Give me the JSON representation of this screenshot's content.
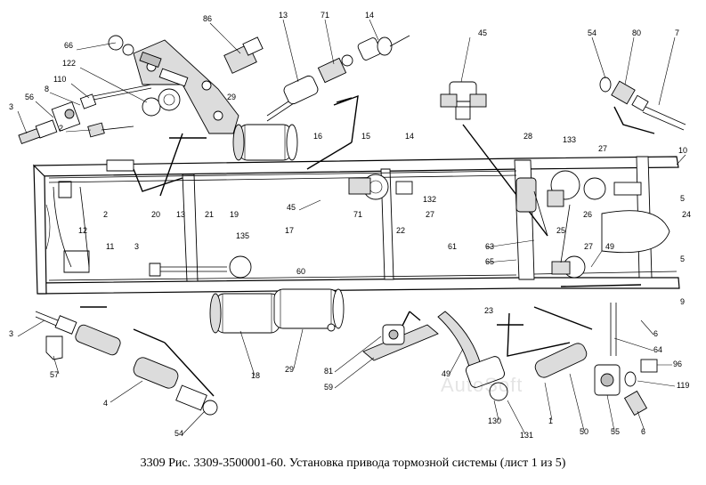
{
  "caption": "3309 Рис. 3309-3500001-60. Установка привода тормозной системы (лист 1 из 5)",
  "watermark": "AutoSoft",
  "callouts": [
    "1",
    "2",
    "3",
    "4",
    "5",
    "6",
    "7",
    "8",
    "9",
    "10",
    "11",
    "12",
    "13",
    "14",
    "15",
    "16",
    "17",
    "18",
    "19",
    "20",
    "21",
    "22",
    "23",
    "24",
    "25",
    "26",
    "27",
    "28",
    "29",
    "45",
    "49",
    "50",
    "54",
    "55",
    "56",
    "57",
    "59",
    "60",
    "61",
    "63",
    "64",
    "65",
    "66",
    "71",
    "80",
    "81",
    "86",
    "96",
    "110",
    "119",
    "122",
    "130",
    "131",
    "132",
    "133",
    "135"
  ]
}
